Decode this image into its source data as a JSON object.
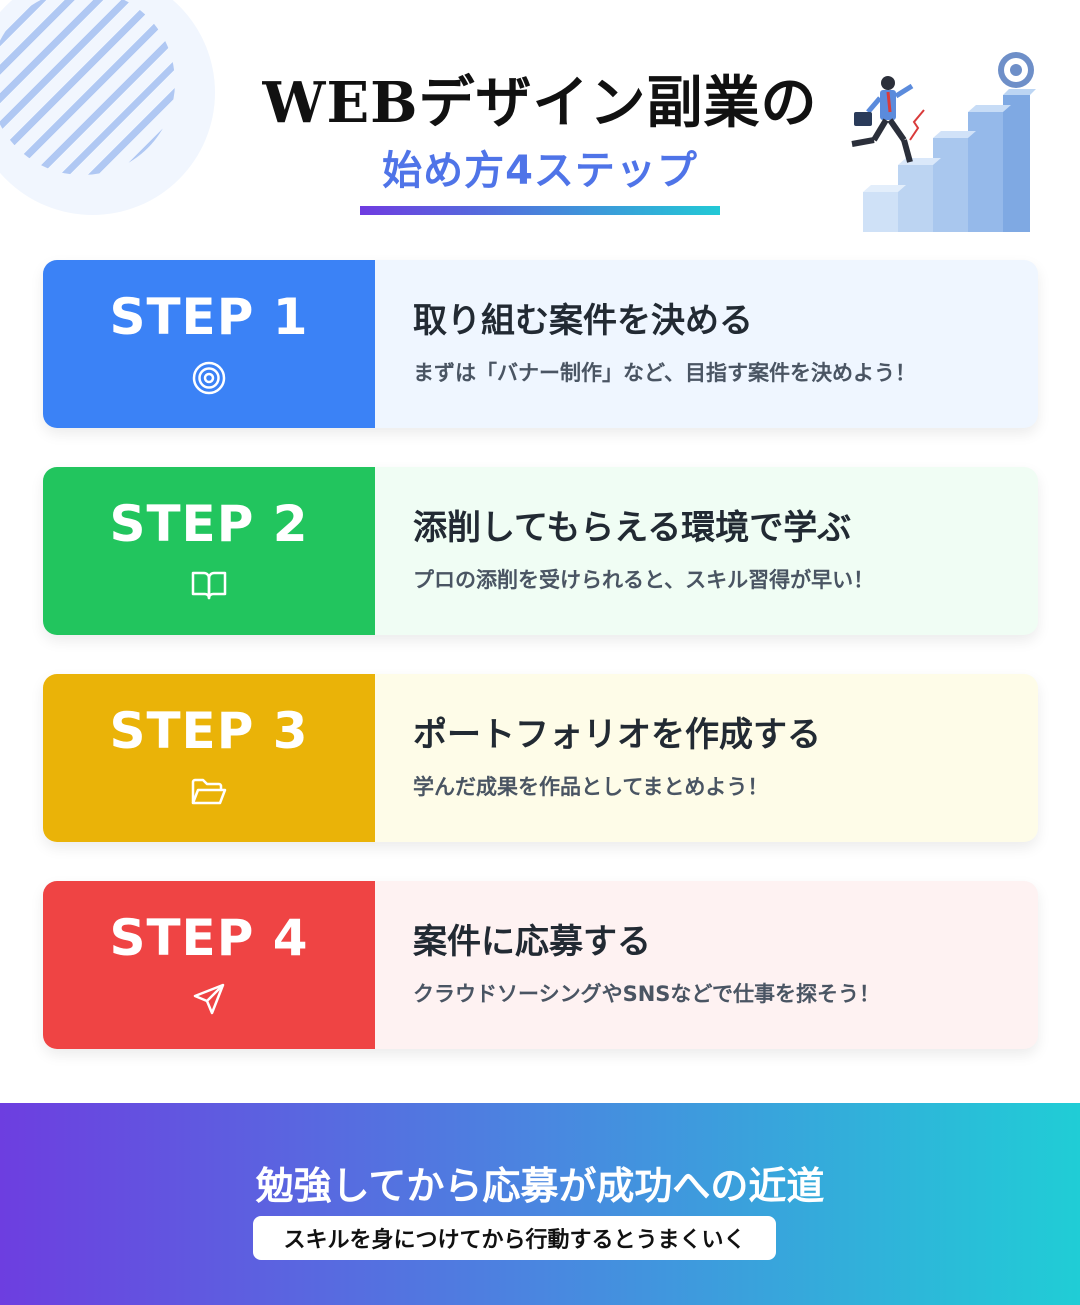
{
  "header": {
    "title": "WEBデザイン副業の",
    "subtitle": "始め方4ステップ"
  },
  "steps": [
    {
      "label": "STEP 1",
      "icon": "target-icon",
      "title": "取り組む案件を決める",
      "desc": "まずは「バナー制作」など、目指す案件を決めよう！",
      "color": "#3b82f6",
      "bg": "#eff6ff"
    },
    {
      "label": "STEP 2",
      "icon": "book-icon",
      "title": "添削してもらえる環境で学ぶ",
      "desc": "プロの添削を受けられると、スキル習得が早い！",
      "color": "#22c55e",
      "bg": "#f0fdf4"
    },
    {
      "label": "STEP 3",
      "icon": "folder-icon",
      "title": "ポートフォリオを作成する",
      "desc": "学んだ成果を作品としてまとめよう！",
      "color": "#eab308",
      "bg": "#fefce8"
    },
    {
      "label": "STEP 4",
      "icon": "send-icon",
      "title": "案件に応募する",
      "desc": "クラウドソーシングやSNSなどで仕事を探そう！",
      "color": "#ef4444",
      "bg": "#fef2f2"
    }
  ],
  "footer": {
    "title": "勉強してから応募が成功への近道",
    "note": "スキルを身につけてから行動するとうまくいく",
    "gradient": [
      "#6d3ee0",
      "#20cdd6"
    ]
  },
  "illustration": {
    "icon": "stairs-businessman-illustration"
  }
}
